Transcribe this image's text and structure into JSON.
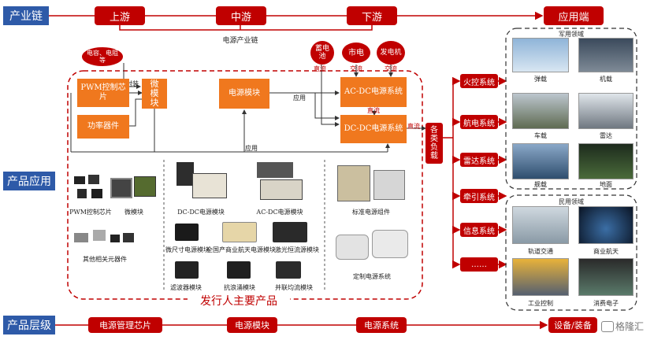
{
  "rows": {
    "chain": "产业链",
    "application": "产品应用",
    "level": "产品层级"
  },
  "chain": {
    "upstream": "上游",
    "midstream": "中游",
    "downstream": "下游",
    "end": "应用端",
    "bracket_caption": "电源产业链"
  },
  "inputs": {
    "battery": "蓄电池",
    "grid": "市电",
    "generator": "发电机",
    "capacitor": "电容、电阻等"
  },
  "flow_labels": {
    "dc1": "直流",
    "ac1": "交流",
    "ac2": "交流",
    "dc_out": "直流",
    "dc_mid": "直流",
    "package": "封装",
    "apply_1": "应用",
    "apply_2": "应用"
  },
  "modules": {
    "pwm_chip": "PWM控制芯片",
    "power_device": "功率器件",
    "micro_module": "微模块",
    "power_module": "电源模块",
    "acdc_system": "AC-DC电源系统",
    "dcdc_system": "DC-DC电源系统",
    "loads": "各类负载"
  },
  "products": {
    "pwm_chip": "PWM控制芯片",
    "micro_module": "微模块",
    "related": "其他相关元器件",
    "dcdc": "DC-DC电源模块",
    "acdc": "AC-DC电源模块",
    "micro_size": "微尺寸电源模块",
    "aerospace": "全国产商业航天电源模块",
    "laser": "激光恒流源模块",
    "filter": "滤波器模块",
    "anti_surge": "抗浪涌模块",
    "parallel": "并联均流模块",
    "standard": "标准电源组件",
    "custom": "定制电源系统",
    "caption": "发行人主要产品"
  },
  "systems": [
    "火控系统",
    "航电系统",
    "雷达系统",
    "牵引系统",
    "信息系统",
    "……"
  ],
  "military": {
    "title": "军用领域",
    "items": [
      "弹载",
      "机载",
      "车载",
      "雷达",
      "舰载",
      "地面"
    ]
  },
  "civil": {
    "title": "民用领域",
    "items": [
      "轨道交通",
      "商业航天",
      "工业控制",
      "消费电子"
    ]
  },
  "level": {
    "chip": "电源管理芯片",
    "module": "电源模块",
    "system": "电源系统",
    "equipment": "设备/装备"
  },
  "watermark": "格隆汇",
  "colors": {
    "red": "#c00000",
    "orange": "#f0781e",
    "blue": "#2e5aa8"
  }
}
